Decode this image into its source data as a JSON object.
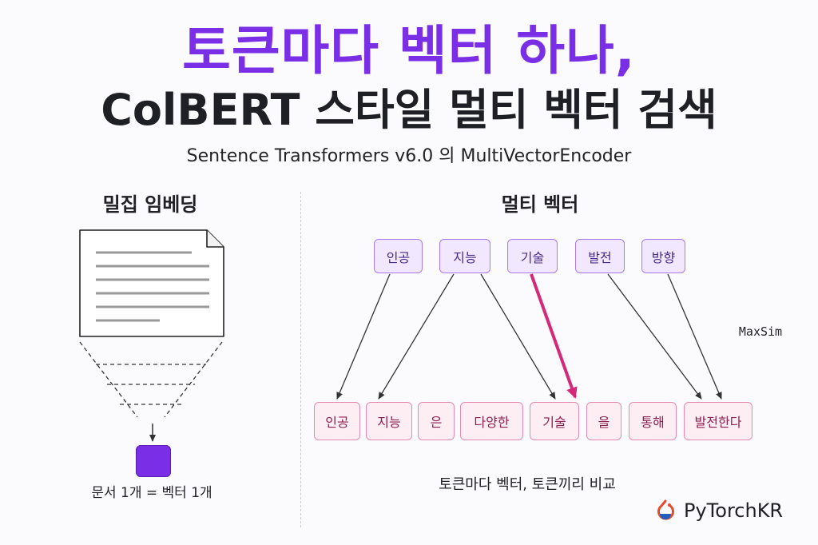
{
  "title": {
    "line1": "토큰마다 벡터 하나,",
    "line2": "ColBERT 스타일 멀티 벡터 검색",
    "subtitle": "Sentence Transformers v6.0 의 MultiVectorEncoder"
  },
  "left": {
    "heading": "밀집 임베딩",
    "caption": "문서 1개 = 벡터 1개"
  },
  "right": {
    "heading": "멀티 벡터",
    "query_tokens": [
      "인공",
      "지능",
      "기술",
      "발전",
      "방향"
    ],
    "doc_tokens": [
      "인공",
      "지능",
      "은",
      "다양한",
      "기술",
      "을",
      "통해",
      "발전한다"
    ],
    "maxsim_label": "MaxSim",
    "caption": "토큰마다 벡터, 토큰끼리 비교"
  },
  "logo": {
    "text": "PyTorchKR",
    "icon": "pytorch-flame-icon"
  },
  "colors": {
    "accent_purple": "#7a2ee6",
    "highlight_pink": "#d6287a",
    "query_border": "#a779f5",
    "doc_border": "#e48ab1"
  }
}
